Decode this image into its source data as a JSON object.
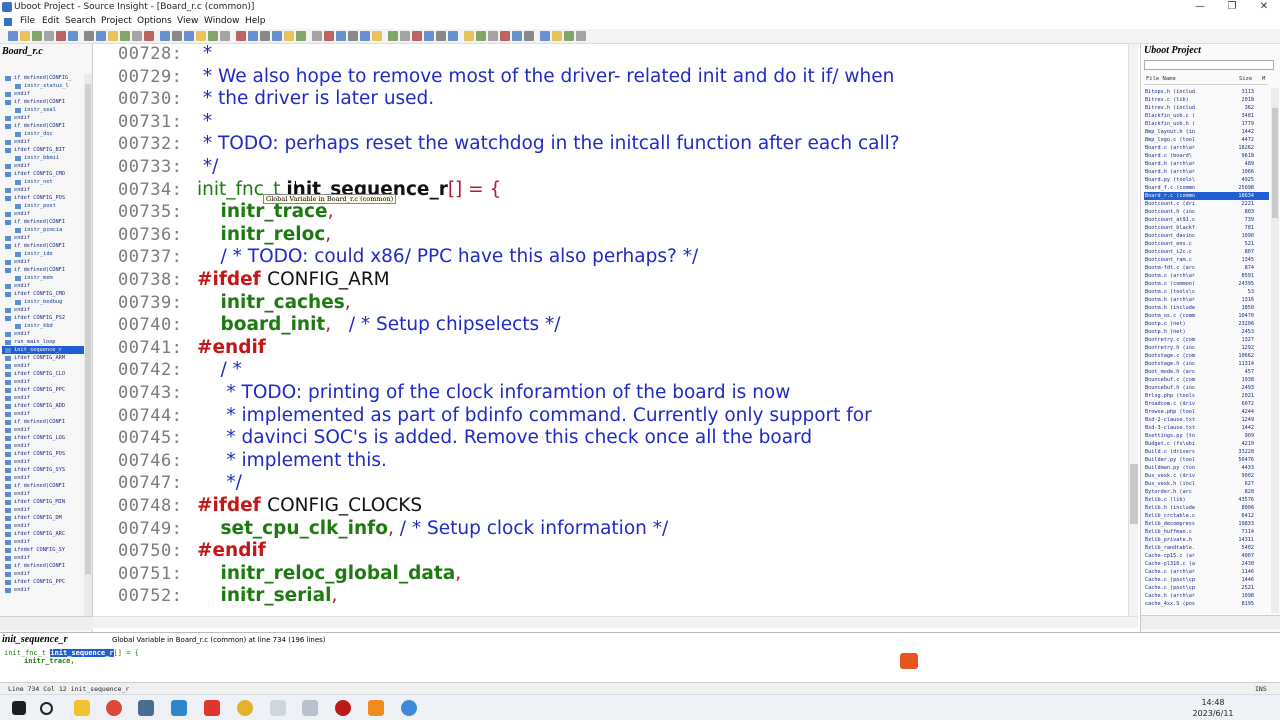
{
  "window": {
    "title": "Uboot Project - Source Insight - [Board_r.c (common)]",
    "controls": [
      "—",
      "❐",
      "✕"
    ]
  },
  "menu": [
    "File",
    "Edit",
    "Search",
    "Project",
    "Options",
    "View",
    "Window",
    "Help"
  ],
  "symbol_panel": {
    "title": "Board_r.c",
    "items": [
      {
        "t": "if defined(CONFIG_",
        "ind": false
      },
      {
        "t": "initr_status_l",
        "ind": true
      },
      {
        "t": "endif",
        "ind": false
      },
      {
        "t": "if defined(CONFI",
        "ind": false
      },
      {
        "t": "initr_seal",
        "ind": true
      },
      {
        "t": "endif",
        "ind": false
      },
      {
        "t": "if defined(CONFI",
        "ind": false
      },
      {
        "t": "initr_doc",
        "ind": true
      },
      {
        "t": "endif",
        "ind": false
      },
      {
        "t": "ifdef CONFIG_BIT",
        "ind": false
      },
      {
        "t": "initr_bbmii",
        "ind": true
      },
      {
        "t": "endif",
        "ind": false
      },
      {
        "t": "ifdef CONFIG_CMD",
        "ind": false
      },
      {
        "t": "initr_net",
        "ind": true
      },
      {
        "t": "endif",
        "ind": false
      },
      {
        "t": "ifdef CONFIG_POS",
        "ind": false
      },
      {
        "t": "initr_post",
        "ind": true
      },
      {
        "t": "endif",
        "ind": false
      },
      {
        "t": "if defined(CONFI",
        "ind": false
      },
      {
        "t": "initr_pcmcia",
        "ind": true
      },
      {
        "t": "endif",
        "ind": false
      },
      {
        "t": "if defined(CONFI",
        "ind": false
      },
      {
        "t": "initr_ide",
        "ind": true
      },
      {
        "t": "endif",
        "ind": false
      },
      {
        "t": "if defined(CONFI",
        "ind": false
      },
      {
        "t": "initr_mem",
        "ind": true
      },
      {
        "t": "endif",
        "ind": false
      },
      {
        "t": "ifdef CONFIG_CMD",
        "ind": false
      },
      {
        "t": "initr_bedbug",
        "ind": true
      },
      {
        "t": "endif",
        "ind": false
      },
      {
        "t": "ifdef CONFIG_PS2",
        "ind": false
      },
      {
        "t": "initr_kbd",
        "ind": true
      },
      {
        "t": "endif",
        "ind": false
      },
      {
        "t": "run_main_loop",
        "ind": false
      },
      {
        "t": "init_sequence_r",
        "ind": false,
        "sel": true
      },
      {
        "t": "ifdef CONFIG_ARM",
        "ind": false
      },
      {
        "t": "endif",
        "ind": false
      },
      {
        "t": "ifdef CONFIG_CLO",
        "ind": false
      },
      {
        "t": "endif",
        "ind": false
      },
      {
        "t": "ifdef CONFIG_PPC",
        "ind": false
      },
      {
        "t": "endif",
        "ind": false
      },
      {
        "t": "ifdef CONFIG_ADD",
        "ind": false
      },
      {
        "t": "endif",
        "ind": false
      },
      {
        "t": "if defined(CONFI",
        "ind": false
      },
      {
        "t": "endif",
        "ind": false
      },
      {
        "t": "ifdef CONFIG_LOG",
        "ind": false
      },
      {
        "t": "endif",
        "ind": false
      },
      {
        "t": "ifdef CONFIG_POS",
        "ind": false
      },
      {
        "t": "endif",
        "ind": false
      },
      {
        "t": "ifdef CONFIG_SYS",
        "ind": false
      },
      {
        "t": "endif",
        "ind": false
      },
      {
        "t": "if defined(CONFI",
        "ind": false
      },
      {
        "t": "endif",
        "ind": false
      },
      {
        "t": "ifdef CONFIG_MIN",
        "ind": false
      },
      {
        "t": "endif",
        "ind": false
      },
      {
        "t": "ifdef CONFIG_DM",
        "ind": false
      },
      {
        "t": "endif",
        "ind": false
      },
      {
        "t": "ifdef CONFIG_ARC",
        "ind": false
      },
      {
        "t": "endif",
        "ind": false
      },
      {
        "t": "ifndef CONFIG_SY",
        "ind": false
      },
      {
        "t": "endif",
        "ind": false
      },
      {
        "t": "if defined(CONFI",
        "ind": false
      },
      {
        "t": "endif",
        "ind": false
      },
      {
        "t": "ifdef CONFIG_PPC",
        "ind": false
      },
      {
        "t": "endif",
        "ind": false
      }
    ]
  },
  "code": {
    "lines": [
      {
        "ln": "00728:",
        "parts": [
          {
            "c": "cm",
            "t": " *"
          }
        ]
      },
      {
        "ln": "00729:",
        "parts": [
          {
            "c": "cm",
            "t": " * We also hope to remove most of the driver- related init and do it if/ when"
          }
        ]
      },
      {
        "ln": "00730:",
        "parts": [
          {
            "c": "cm",
            "t": " * the driver is later used."
          }
        ]
      },
      {
        "ln": "00731:",
        "parts": [
          {
            "c": "cm",
            "t": " *"
          }
        ]
      },
      {
        "ln": "00732:",
        "parts": [
          {
            "c": "cm",
            "t": " * TODO: perhaps reset the watchdog in the initcall function after each call?"
          }
        ]
      },
      {
        "ln": "00733:",
        "parts": [
          {
            "c": "cm",
            "t": " */"
          }
        ]
      },
      {
        "ln": "00734:",
        "parts": [
          {
            "c": "ty",
            "t": "init_fnc_t "
          },
          {
            "c": "var",
            "t": "init_sequence_r"
          },
          {
            "c": "pu",
            "t": "[] = {"
          }
        ]
      },
      {
        "ln": "00735:",
        "parts": [
          {
            "c": "pl",
            "t": "    "
          },
          {
            "c": "fn",
            "t": "initr_trace"
          },
          {
            "c": "pu",
            "t": ","
          }
        ]
      },
      {
        "ln": "00736:",
        "parts": [
          {
            "c": "pl",
            "t": "    "
          },
          {
            "c": "fn",
            "t": "initr_reloc"
          },
          {
            "c": "pu",
            "t": ","
          }
        ]
      },
      {
        "ln": "00737:",
        "parts": [
          {
            "c": "pl",
            "t": "    "
          },
          {
            "c": "cm",
            "t": "/ * TODO: could x86/ PPC have this also perhaps? */"
          }
        ]
      },
      {
        "ln": "00738:",
        "parts": [
          {
            "c": "kw",
            "t": "#ifdef "
          },
          {
            "c": "pl",
            "t": "CONFIG_ARM"
          }
        ]
      },
      {
        "ln": "00739:",
        "parts": [
          {
            "c": "pl",
            "t": "    "
          },
          {
            "c": "fn",
            "t": "initr_caches"
          },
          {
            "c": "pu",
            "t": ","
          }
        ]
      },
      {
        "ln": "00740:",
        "parts": [
          {
            "c": "pl",
            "t": "    "
          },
          {
            "c": "fn",
            "t": "board_init"
          },
          {
            "c": "pu",
            "t": ",   "
          },
          {
            "c": "cm",
            "t": "/ * Setup chipselects */"
          }
        ]
      },
      {
        "ln": "00741:",
        "parts": [
          {
            "c": "kw",
            "t": "#endif"
          }
        ]
      },
      {
        "ln": "00742:",
        "parts": [
          {
            "c": "pl",
            "t": "    "
          },
          {
            "c": "cm",
            "t": "/ *"
          }
        ]
      },
      {
        "ln": "00743:",
        "parts": [
          {
            "c": "pl",
            "t": "    "
          },
          {
            "c": "cm",
            "t": " * TODO: printing of the clock inforamtion of the board is now"
          }
        ]
      },
      {
        "ln": "00744:",
        "parts": [
          {
            "c": "pl",
            "t": "    "
          },
          {
            "c": "cm",
            "t": " * implemented as part of bdinfo command. Currently only support for"
          }
        ]
      },
      {
        "ln": "00745:",
        "parts": [
          {
            "c": "pl",
            "t": "    "
          },
          {
            "c": "cm",
            "t": " * davinci SOC's is added. Remove this check once all the board"
          }
        ]
      },
      {
        "ln": "00746:",
        "parts": [
          {
            "c": "pl",
            "t": "    "
          },
          {
            "c": "cm",
            "t": " * implement this."
          }
        ]
      },
      {
        "ln": "00747:",
        "parts": [
          {
            "c": "pl",
            "t": "    "
          },
          {
            "c": "cm",
            "t": " */"
          }
        ]
      },
      {
        "ln": "00748:",
        "parts": [
          {
            "c": "kw",
            "t": "#ifdef "
          },
          {
            "c": "pl",
            "t": "CONFIG_CLOCKS"
          }
        ]
      },
      {
        "ln": "00749:",
        "parts": [
          {
            "c": "pl",
            "t": "    "
          },
          {
            "c": "fn",
            "t": "set_cpu_clk_info"
          },
          {
            "c": "pu",
            "t": ", "
          },
          {
            "c": "cm",
            "t": "/ * Setup clock information */"
          }
        ]
      },
      {
        "ln": "00750:",
        "parts": [
          {
            "c": "kw",
            "t": "#endif"
          }
        ]
      },
      {
        "ln": "00751:",
        "parts": [
          {
            "c": "pl",
            "t": "    "
          },
          {
            "c": "fn",
            "t": "initr_reloc_global_data"
          },
          {
            "c": "pu",
            "t": ","
          }
        ]
      },
      {
        "ln": "00752:",
        "parts": [
          {
            "c": "pl",
            "t": "    "
          },
          {
            "c": "fn",
            "t": "initr_serial"
          },
          {
            "c": "pu",
            "t": ","
          }
        ]
      }
    ],
    "tooltip": "Global Variable in Board_r.c (common)"
  },
  "project_panel": {
    "title": "Uboot Project",
    "headers": {
      "name": "File Name",
      "size": "Size",
      "date": "M"
    },
    "files": [
      {
        "n": "Bitops.h (includ",
        "s": "3113"
      },
      {
        "n": "Bitrev.c (lib)",
        "s": "2018"
      },
      {
        "n": "Bitrev.h (includ",
        "s": "362"
      },
      {
        "n": "Blackfin_usb.c (",
        "s": "3481"
      },
      {
        "n": "Blackfin_usb.h (",
        "s": "1779"
      },
      {
        "n": "Bmp_layout.h (in",
        "s": "1442"
      },
      {
        "n": "Bmp_logo.c (tool",
        "s": "4472"
      },
      {
        "n": "Board.c (arch\\ar",
        "s": "18262"
      },
      {
        "n": "Board.c (board\\",
        "s": "9618"
      },
      {
        "n": "Board.h (arch\\ar",
        "s": "489"
      },
      {
        "n": "Board.h (arch\\ar",
        "s": "1066"
      },
      {
        "n": "Board.py (tools\\",
        "s": "4925"
      },
      {
        "n": "Board_f.c (commo",
        "s": "25098"
      },
      {
        "n": "Board_r.c (commo",
        "s": "18634",
        "sel": true
      },
      {
        "n": "Bootcount.c (dri",
        "s": "2221"
      },
      {
        "n": "Bootcount.h (inc",
        "s": "803"
      },
      {
        "n": "Bootcount_at91.c",
        "s": "739"
      },
      {
        "n": "Bootcount_blackf",
        "s": "781"
      },
      {
        "n": "Bootcount_davinc",
        "s": "1090"
      },
      {
        "n": "Bootcount_env.c",
        "s": "521"
      },
      {
        "n": "Bootcount_i2c.c",
        "s": "807"
      },
      {
        "n": "Bootcount_ram.c",
        "s": "1345"
      },
      {
        "n": "Bootm-fdt.c (arc",
        "s": "874"
      },
      {
        "n": "Bootm.c (arch\\ar",
        "s": "8591"
      },
      {
        "n": "Bootm.c (common)",
        "s": "24395"
      },
      {
        "n": "Bootm.c (tools\\c",
        "s": "53"
      },
      {
        "n": "Bootm.h (arch\\ar",
        "s": "1316"
      },
      {
        "n": "Bootm.h (include",
        "s": "1850"
      },
      {
        "n": "Bootm_os.c (comm",
        "s": "10470"
      },
      {
        "n": "Bootp.c (net)",
        "s": "23206"
      },
      {
        "n": "Bootp.h (net)",
        "s": "2453"
      },
      {
        "n": "Bootretry.c (com",
        "s": "1327"
      },
      {
        "n": "Bootretry.h (inc",
        "s": "1292"
      },
      {
        "n": "Bootstage.c (com",
        "s": "10662"
      },
      {
        "n": "Bootstage.h (inc",
        "s": "11314"
      },
      {
        "n": "Boot_mode.h (arc",
        "s": "457"
      },
      {
        "n": "Bouncebuf.c (com",
        "s": "1938"
      },
      {
        "n": "Bouncebuf.h (inc",
        "s": "2493"
      },
      {
        "n": "Brlog.php (tools",
        "s": "2021"
      },
      {
        "n": "Broadcom.c (driv",
        "s": "6072"
      },
      {
        "n": "Browse.php (tool",
        "s": "4244"
      },
      {
        "n": "Bsd-2-clause.txt",
        "s": "1249"
      },
      {
        "n": "Bsd-3-clause.txt",
        "s": "1442"
      },
      {
        "n": "Bsettings.py (to",
        "s": "909"
      },
      {
        "n": "Budget.c (fs\\ubi",
        "s": "4210"
      },
      {
        "n": "Build.c (drivers",
        "s": "33228"
      },
      {
        "n": "Builder.py (tool",
        "s": "56476"
      },
      {
        "n": "Buildman.py (too",
        "s": "4433"
      },
      {
        "n": "Bus_vexk.c (driv",
        "s": "9002"
      },
      {
        "n": "Bus_vexk.h (incl",
        "s": "627"
      },
      {
        "n": "Bytorder.h (arc",
        "s": "828"
      },
      {
        "n": "Bzlib.c (lib)",
        "s": "43576"
      },
      {
        "n": "Bzlib.h (include",
        "s": "8006"
      },
      {
        "n": "Bzlib_crctable.c",
        "s": "6412"
      },
      {
        "n": "Bzlib_decompress",
        "s": "19833"
      },
      {
        "n": "Bzlib_huffman.c",
        "s": "7114"
      },
      {
        "n": "Bzlib_private.h",
        "s": "14311"
      },
      {
        "n": "Bzlib_randtable.",
        "s": "5402"
      },
      {
        "n": "Cache-cp15.c (ar",
        "s": "4007"
      },
      {
        "n": "Cache-pl310.c (a",
        "s": "2430"
      },
      {
        "n": "Cache.c (arch\\ar",
        "s": "1146"
      },
      {
        "n": "Cache.c (post\\cp",
        "s": "1446"
      },
      {
        "n": "Cache.c (post\\cp",
        "s": "2521"
      },
      {
        "n": "Cache.h (arch\\ar",
        "s": "1098"
      },
      {
        "n": "cache_4xx.S (pos",
        "s": "8195"
      }
    ]
  },
  "context": {
    "title": "init_sequence_r",
    "desc": "Global Variable in Board_r.c (common) at line 734 (196 lines)",
    "line1_pre": "init_fnc_t ",
    "line1_hl": "init_sequence_r",
    "line1_post": "[] = {",
    "line2": "initr_trace,"
  },
  "status": {
    "text": "Line 734  Col 12   init_sequence_r",
    "ins": "INS"
  },
  "clock": {
    "time": "14:48",
    "date": "2023/6/11"
  }
}
